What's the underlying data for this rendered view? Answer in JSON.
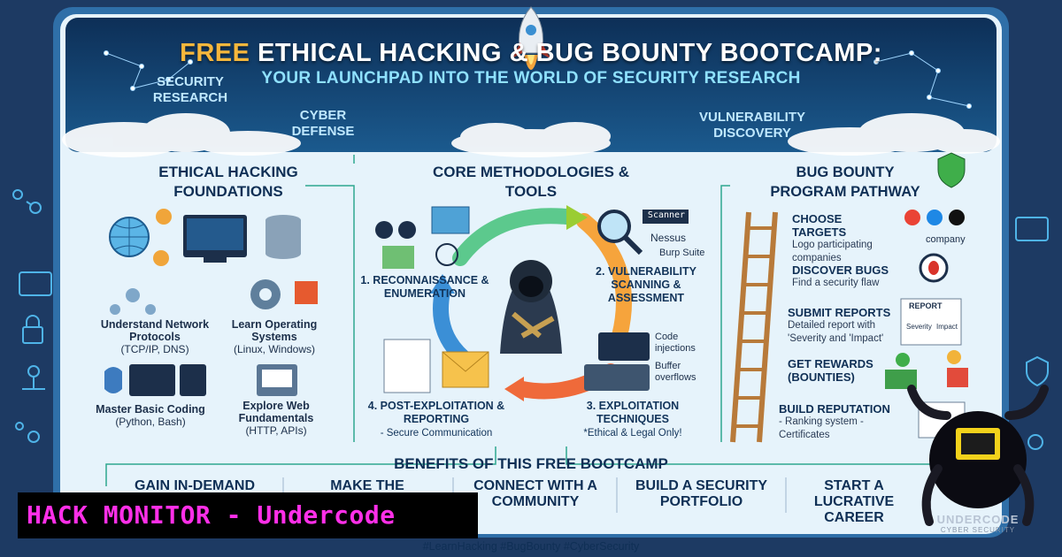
{
  "header": {
    "title_accent": "FREE",
    "title_rest": "ETHICAL HACKING & BUG BOUNTY BOOTCAMP:",
    "subtitle": "YOUR LAUNCHPAD INTO THE WORLD OF SECURITY RESEARCH",
    "tags": [
      "SECURITY RESEARCH",
      "CYBER DEFENSE",
      "VULNERABILITY DISCOVERY"
    ]
  },
  "foundations": {
    "title": "ETHICAL HACKING FOUNDATIONS",
    "items": [
      {
        "label": "Understand Network Protocols",
        "sub": "(TCP/IP, DNS)"
      },
      {
        "label": "Learn Operating Systems",
        "sub": "(Linux, Windows)"
      },
      {
        "label": "Master Basic Coding",
        "sub": "(Python, Bash)"
      },
      {
        "label": "Explore Web Fundamentals",
        "sub": "(HTTP, APIs)"
      }
    ]
  },
  "methodologies": {
    "title": "CORE METHODOLOGIES & TOOLS",
    "steps": [
      {
        "label": "1. RECONNAISSANCE & ENUMERATION"
      },
      {
        "label": "2. VULNERABILITY SCANNING & ASSESSMENT"
      },
      {
        "label": "3. EXPLOITATION TECHNIQUES",
        "sub": "*Ethical & Legal Only!"
      },
      {
        "label": "4. POST-EXPLOITATION & REPORTING",
        "sub": "- Secure Communication"
      }
    ],
    "tools": [
      "Scanner",
      "Nessus",
      "Burp Suite"
    ],
    "exploit_notes": [
      "Code injections",
      "Buffer overflows"
    ]
  },
  "bug_bounty": {
    "title": "BUG BOUNTY PROGRAM PATHWAY",
    "steps": [
      {
        "label": "CHOOSE TARGETS",
        "sub": "Logo participating companies"
      },
      {
        "label": "DISCOVER BUGS",
        "sub": "Find a security flaw"
      },
      {
        "label": "SUBMIT REPORTS",
        "sub": "Detailed report with 'Severity and 'Impact'"
      },
      {
        "label": "GET REWARDS (BOUNTIES)",
        "sub": ""
      },
      {
        "label": "BUILD REPUTATION",
        "sub": "- Ranking system - Certificates"
      }
    ],
    "company_text": "company",
    "report_labels": {
      "title": "REPORT",
      "severity": "Severity",
      "impact": "Impact"
    }
  },
  "benefits": {
    "title": "BENEFITS OF THIS FREE BOOTCAMP",
    "items": [
      "GAIN IN-DEMAND",
      "MAKE THE",
      "CONNECT WITH A COMMUNITY",
      "BUILD A SECURITY PORTFOLIO",
      "START A LUCRATIVE CAREER"
    ]
  },
  "overlay": {
    "label": "HACK MONITOR - Undercode",
    "logo_text": "UNDERCODE",
    "logo_sub": "CYBER SECURITY"
  },
  "hashtags": "#LearnHacking #BugBounty #CyberSecurity",
  "colors": {
    "background": "#1d3a63",
    "panel": "#e6f3fb",
    "banner": "#12406e",
    "accent": "#f6b73c",
    "overlay_text": "#ff2fe8"
  }
}
